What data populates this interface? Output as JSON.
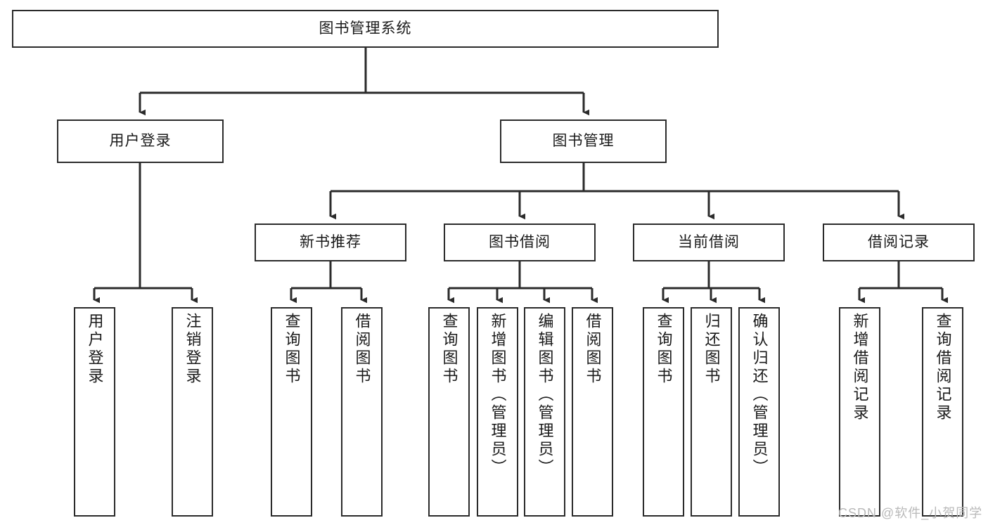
{
  "diagram": {
    "type": "tree-hierarchy",
    "title": "图书管理系统",
    "orientation": "top-down",
    "colors": {
      "box_border": "#2b2b2b",
      "box_fill": "#ffffff",
      "connector": "#2b2b2b",
      "text": "#1a1a1a",
      "watermark": "#b9b9b9"
    },
    "root": {
      "label": "图书管理系统"
    },
    "level2": [
      {
        "id": "user-login",
        "label": "用户登录"
      },
      {
        "id": "book-management",
        "label": "图书管理"
      }
    ],
    "level3": [
      {
        "id": "new-book-recommend",
        "label": "新书推荐",
        "parent": "book-management"
      },
      {
        "id": "book-borrow",
        "label": "图书借阅",
        "parent": "book-management"
      },
      {
        "id": "current-borrow",
        "label": "当前借阅",
        "parent": "book-management"
      },
      {
        "id": "borrow-record",
        "label": "借阅记录",
        "parent": "book-management"
      }
    ],
    "leaves": {
      "user_login": [
        {
          "id": "leaf-user-login",
          "label": "用户登录"
        },
        {
          "id": "leaf-user-logout",
          "label": "注销登录"
        }
      ],
      "new_book_recommend": [
        {
          "id": "leaf-query-book-1",
          "label": "查询图书"
        },
        {
          "id": "leaf-borrow-book-1",
          "label": "借阅图书"
        }
      ],
      "book_borrow": [
        {
          "id": "leaf-query-book-2",
          "label": "查询图书"
        },
        {
          "id": "leaf-add-book",
          "label": "新增图书（管理员）"
        },
        {
          "id": "leaf-edit-book",
          "label": "编辑图书（管理员）"
        },
        {
          "id": "leaf-borrow-book-2",
          "label": "借阅图书"
        }
      ],
      "current_borrow": [
        {
          "id": "leaf-query-book-3",
          "label": "查询图书"
        },
        {
          "id": "leaf-return-book",
          "label": "归还图书"
        },
        {
          "id": "leaf-confirm-return",
          "label": "确认归还（管理员）"
        }
      ],
      "borrow_record": [
        {
          "id": "leaf-add-record",
          "label": "新增借阅记录"
        },
        {
          "id": "leaf-query-record",
          "label": "查询借阅记录"
        }
      ]
    },
    "watermark": "CSDN @软件_小贺同学"
  }
}
